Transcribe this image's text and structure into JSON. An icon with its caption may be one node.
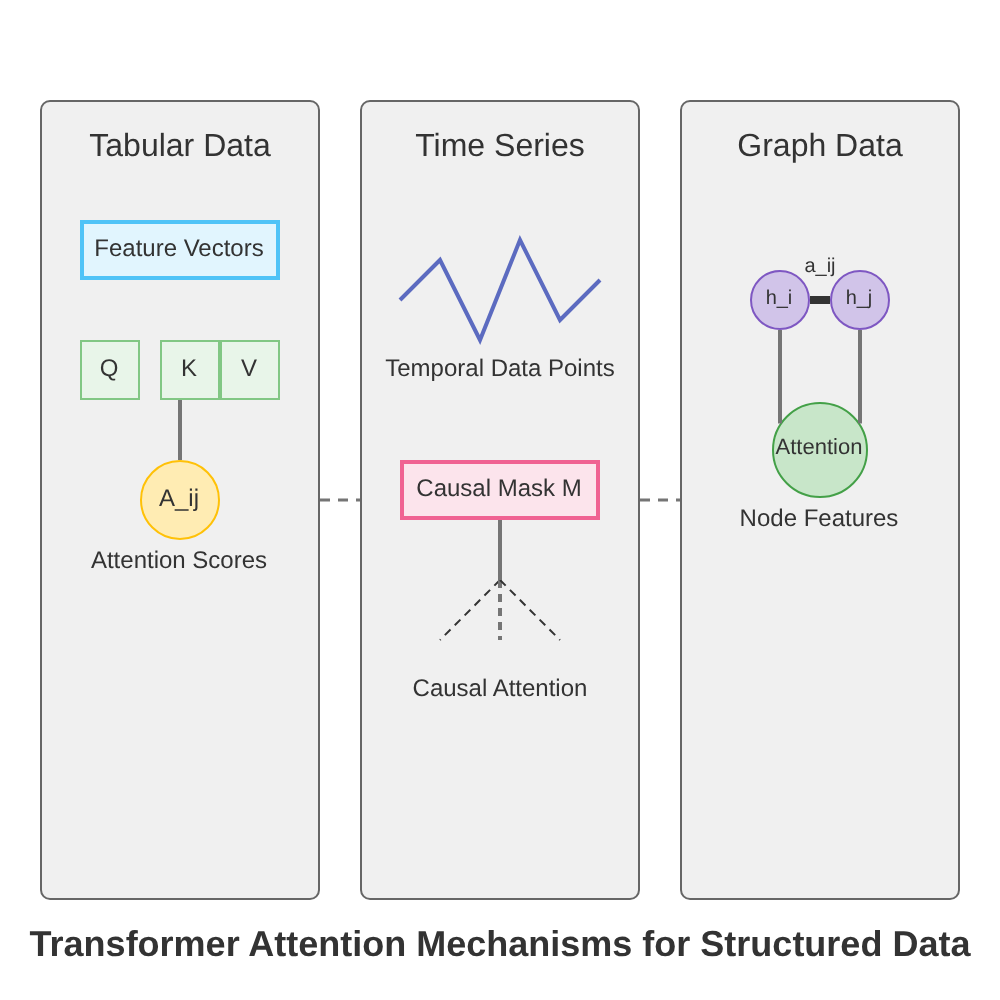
{
  "diagram": {
    "title": "Transformer Attention Mechanisms for Structured Data",
    "nodes": [
      {
        "text": [
          "Tabular Data"
        ]
      },
      {
        "text": [
          "Feature Vectors"
        ],
        "in": 0
      },
      {
        "text": [
          "Q"
        ],
        "in": 0
      },
      {
        "text": [
          "K"
        ],
        "in": 0
      },
      {
        "text": [
          "V"
        ],
        "in": 0
      },
      {
        "text": [
          "A_ij"
        ],
        "in": 0,
        "beside": [
          "Attention Scores"
        ]
      },
      {
        "text": [
          "Time Series"
        ]
      },
      {
        "text": [
          "Causal Mask M"
        ],
        "in": 6
      },
      {
        "text": [
          "Graph Data"
        ]
      },
      {
        "text": [
          "h_i"
        ],
        "in": 8
      },
      {
        "text": [
          "h_j"
        ],
        "in": 8
      },
      {
        "text": [
          "Attention"
        ],
        "in": 8,
        "beside": [
          "Node Features"
        ]
      }
    ],
    "edges": [
      {
        "from": 0,
        "to": 6,
        "arrow": "none",
        "style": "dashed"
      },
      {
        "from": 6,
        "to": 8,
        "arrow": "none",
        "style": "dashed"
      },
      {
        "from": 3,
        "to": 5,
        "arrow": "none"
      },
      {
        "from": 7,
        "to": null,
        "arrow": "none"
      },
      {
        "from": 9,
        "to": 10,
        "arrow": "none",
        "label": "a_ij",
        "style": "thick",
        "color": "#333333"
      },
      {
        "from": 9,
        "to": 11,
        "arrow": "none"
      },
      {
        "from": 10,
        "to": 11,
        "arrow": "none"
      }
    ],
    "labels": [
      "Temporal Data Points",
      "Causal Attention"
    ]
  }
}
